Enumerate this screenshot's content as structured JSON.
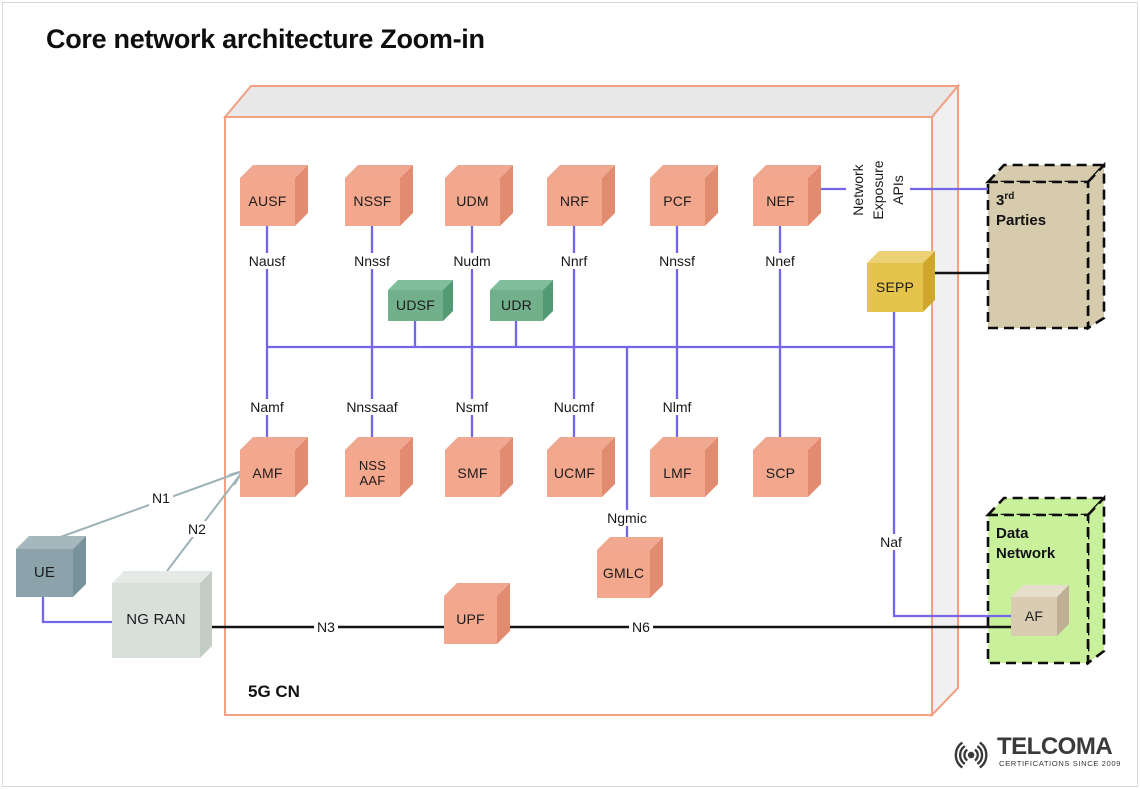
{
  "title": "Core network architecture Zoom-in",
  "core_label": "5G CN",
  "nodes": {
    "ausf": "AUSF",
    "nssf": "NSSF",
    "udm": "UDM",
    "nrf": "NRF",
    "pcf": "PCF",
    "nef": "NEF",
    "udsf": "UDSF",
    "udr": "UDR",
    "sepp": "SEPP",
    "amf": "AMF",
    "nss_aaf_line1": "NSS",
    "nss_aaf_line2": "AAF",
    "smf": "SMF",
    "ucmf": "UCMF",
    "lmf": "LMF",
    "scp": "SCP",
    "gmlc": "GMLC",
    "upf": "UPF",
    "ue": "UE",
    "ngran": "NG RAN",
    "af": "AF"
  },
  "interfaces": {
    "nausf": "Nausf",
    "nnssf_top": "Nnssf",
    "nudm": "Nudm",
    "nnrf": "Nnrf",
    "nnssf_pcf": "Nnssf",
    "nnef": "Nnef",
    "namf": "Namf",
    "nnssaaf": "Nnssaaf",
    "nsmf": "Nsmf",
    "nucmf": "Nucmf",
    "nlmf": "Nlmf",
    "ngmic": "Ngmic",
    "naf": "Naf",
    "n1": "N1",
    "n2": "N2",
    "n3": "N3",
    "n6": "N6"
  },
  "exposure_label": {
    "line1": "Network",
    "line2": "Exposure",
    "line3": "APIs"
  },
  "zones": {
    "third_parties": {
      "number": "3",
      "suffix": "rd",
      "word": "Parties"
    },
    "data_network": {
      "line1": "Data",
      "line2": "Network"
    }
  },
  "logo": {
    "brand": "TELCOMA",
    "tagline": "CERTIFICATIONS SINCE 2009",
    "icon": "signal-waves-icon"
  },
  "palette": {
    "faces": {
      "salmon": {
        "front": "#F3A78C",
        "top": "#F0A890",
        "right": "#E18C70"
      },
      "green": {
        "front": "#72B08C",
        "top": "#80BD9B",
        "right": "#519A73"
      },
      "yellow": {
        "front": "#E6C44C",
        "top": "#ECD274",
        "right": "#CFA72D"
      },
      "bluegray": {
        "front": "#8CA3AB",
        "top": "#A5B8BE",
        "right": "#78929C"
      },
      "ltgray": {
        "front": "#D9DFDA",
        "top": "#E6EAE6",
        "right": "#C3CDC5"
      },
      "tan": {
        "front": "#D9CCB3",
        "top": "#E7DDCB",
        "right": "#BFAF95"
      }
    },
    "lines": {
      "purple": "#7366E8",
      "graylink": "#9EB2B9",
      "black": "#141414",
      "core_border": "#F1A182",
      "top_fill": "#E8E8E8",
      "wall_fill": "#F0F0F0",
      "third_fill": "#D6CCAD",
      "dn_fill": "#C9F19B"
    }
  }
}
